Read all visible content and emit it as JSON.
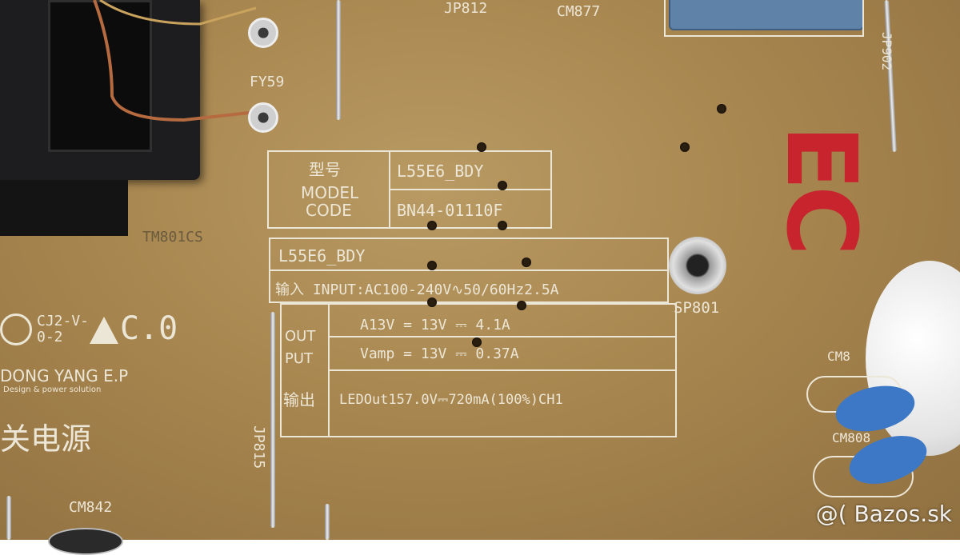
{
  "board": {
    "designators": {
      "jp812": "JP812",
      "cm877": "CM877",
      "jp902": "JP902",
      "fy59": "FY59",
      "tm801cs": "TM801CS",
      "sp801": "SP801",
      "jp815": "JP815",
      "cm842": "CM842",
      "cm8a": "CM8",
      "cm8b": "CM808"
    },
    "label_top": {
      "model_cn": "型号",
      "model_en": "MODEL",
      "code_en": "CODE",
      "model_value": "L55E6_BDY",
      "code_value": "BN44-01110F"
    },
    "label_bottom": {
      "model": "L55E6_BDY",
      "input": "输入 INPUT:AC100-240V∿50/60Hz2.5A",
      "out": "OUT",
      "put": "PUT",
      "out_cn": "输出",
      "line1": "A13V = 13V ⎓ 4.1A",
      "line2": "Vamp = 13V ⎓ 0.37A",
      "line3": "LEDOut157.0V⎓720mA(100%)CH1"
    },
    "manufacturer": {
      "cert_mark": "CJ2-V-0-2",
      "revision": "C.0",
      "name": "DONG YANG E.P",
      "tagline": "Design & power solution",
      "chinese": "关电源"
    },
    "ec_mark": "EC"
  },
  "watermark": "@( Bazos.sk",
  "colors": {
    "board": "#a8864f",
    "silkscreen": "#ece6d6",
    "ec_red": "#c8242e"
  }
}
